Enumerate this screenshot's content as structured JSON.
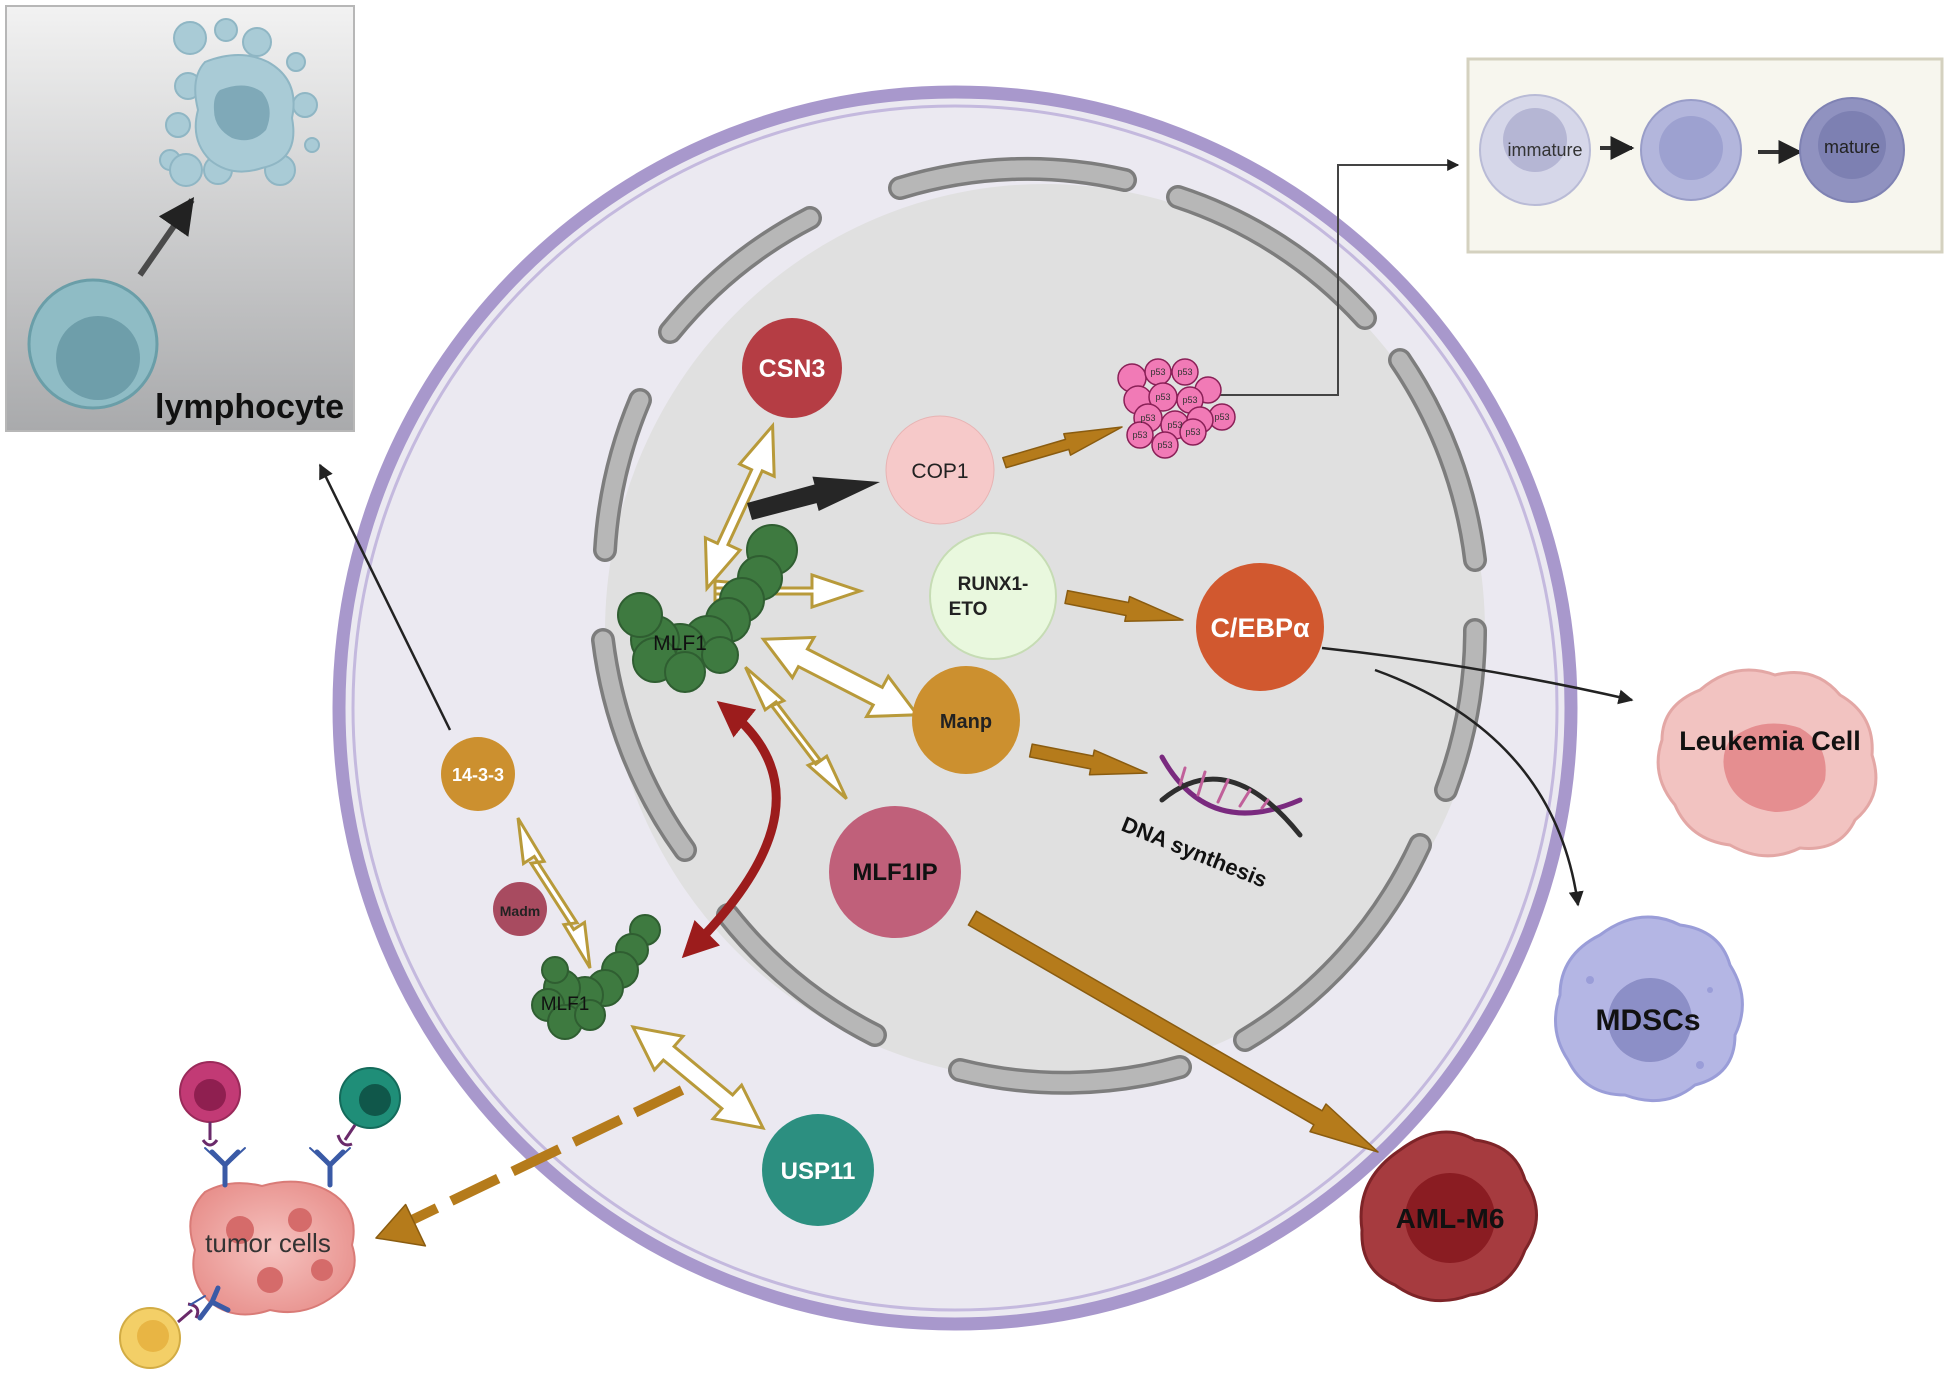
{
  "labels": {
    "lymphocyte": "lymphocyte",
    "immature": "immature",
    "mature": "mature",
    "csn3": "CSN3",
    "cop1": "COP1",
    "p53": "p53",
    "runx1_line1": "RUNX1-",
    "runx1_line2": "ETO",
    "cebpa": "C/EBPα",
    "mlf1_nucleus": "MLF1",
    "mlf1_cytoplasm": "MLF1",
    "manp": "Manp",
    "dna": "DNA synthesis",
    "mlf1ip": "MLF1IP",
    "protein_1433": "14-3-3",
    "madm": "Madm",
    "usp11": "USP11",
    "leukemia": "Leukemia Cell",
    "mdscs": "MDSCs",
    "aml": "AML-M6",
    "tumor": "tumor cells"
  },
  "colors": {
    "cell_membrane": "#a898cc",
    "cytoplasm": "#ebe9f1",
    "nucleus": "#e0e0e0",
    "envelope": "#b4b4b4",
    "mlf1": "#3e7a40",
    "csn3": "#b53d44",
    "cop1": "#f6c9c9",
    "runx1": "#e9f8de",
    "cebpa": "#d1582f",
    "manp": "#cc902f",
    "mlf1ip": "#c0607a",
    "protein_1433": "#cc902f",
    "madm": "#a84b60",
    "usp11": "#2c8f80",
    "arrow_gold": "#b89a3a",
    "arrow_brown": "#b57b1b",
    "arrow_red": "#9c1c1c"
  }
}
